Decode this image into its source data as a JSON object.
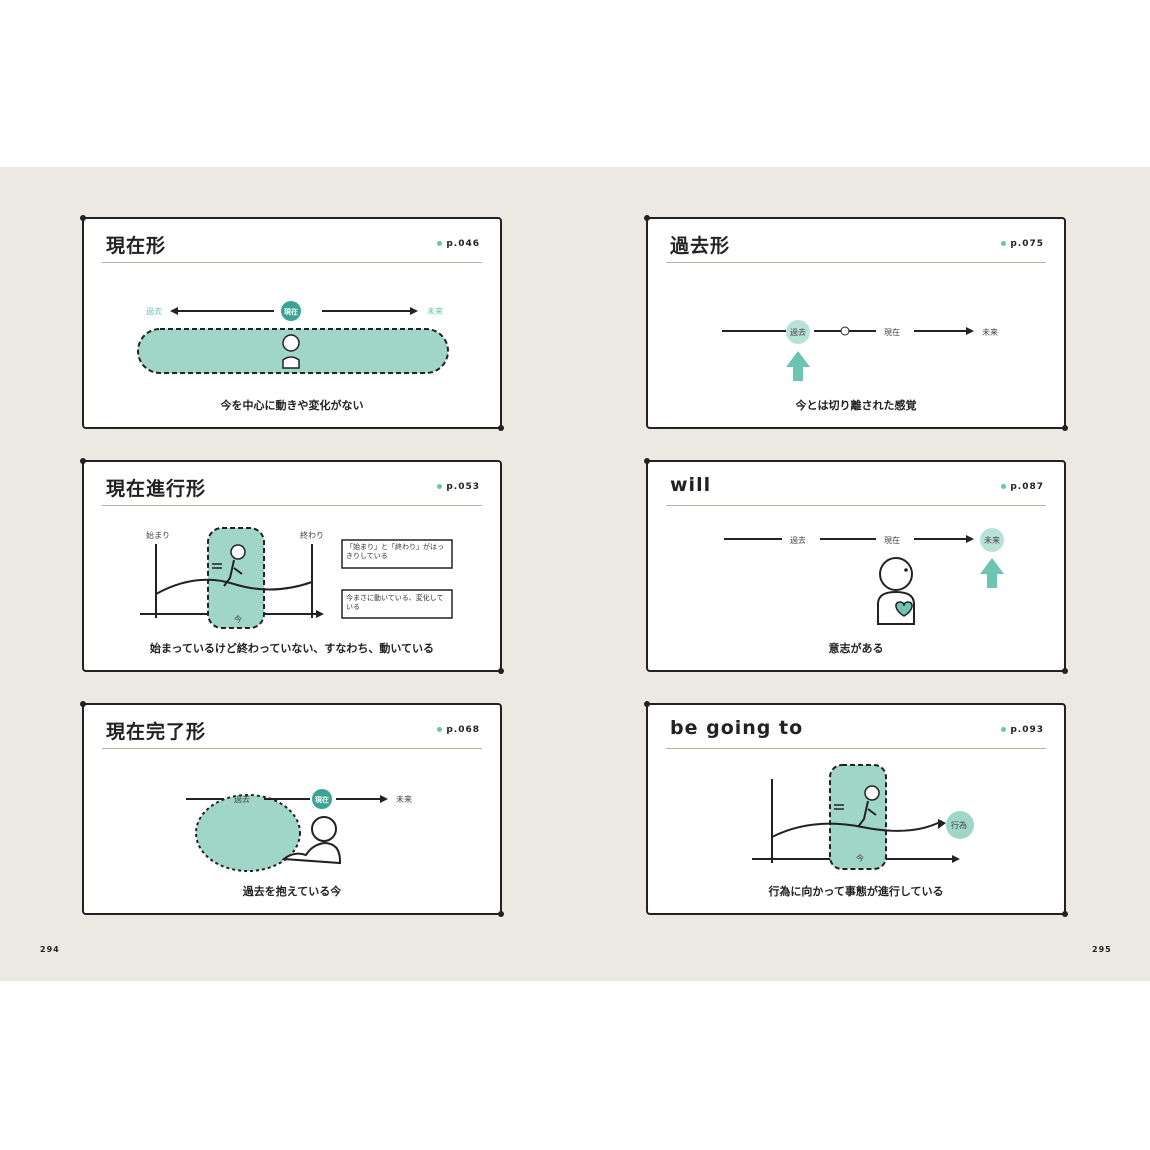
{
  "colors": {
    "accent": "#6cc4b3",
    "background": "#ece8e2",
    "ink": "#222222"
  },
  "folios": {
    "left": "294",
    "right": "295"
  },
  "cards": [
    {
      "title": "現在形",
      "page": "p.046",
      "caption": "今を中心に動きや変化がない",
      "labels": {
        "past": "過去",
        "now": "現在",
        "future": "未来"
      }
    },
    {
      "title": "過去形",
      "page": "p.075",
      "caption": "今とは切り離された感覚",
      "labels": {
        "past": "過去",
        "now": "現在",
        "future": "未来"
      }
    },
    {
      "title": "現在進行形",
      "page": "p.053",
      "caption": "始まっているけど終わっていない、すなわち、動いている",
      "labels": {
        "start": "始まり",
        "end": "終わり",
        "now": "今",
        "box1": "「始まり」と「終わり」がはっきりしている",
        "box2": "今まさに動いている、変化している"
      }
    },
    {
      "title": "will",
      "page": "p.087",
      "caption": "意志がある",
      "labels": {
        "past": "過去",
        "now": "現在",
        "future": "未来"
      }
    },
    {
      "title": "現在完了形",
      "page": "p.068",
      "caption": "過去を抱えている今",
      "labels": {
        "past": "過去",
        "now": "現在",
        "future": "未来"
      }
    },
    {
      "title": "be going to",
      "page": "p.093",
      "caption": "行為に向かって事態が進行している",
      "labels": {
        "now": "今",
        "act": "行為"
      }
    }
  ]
}
